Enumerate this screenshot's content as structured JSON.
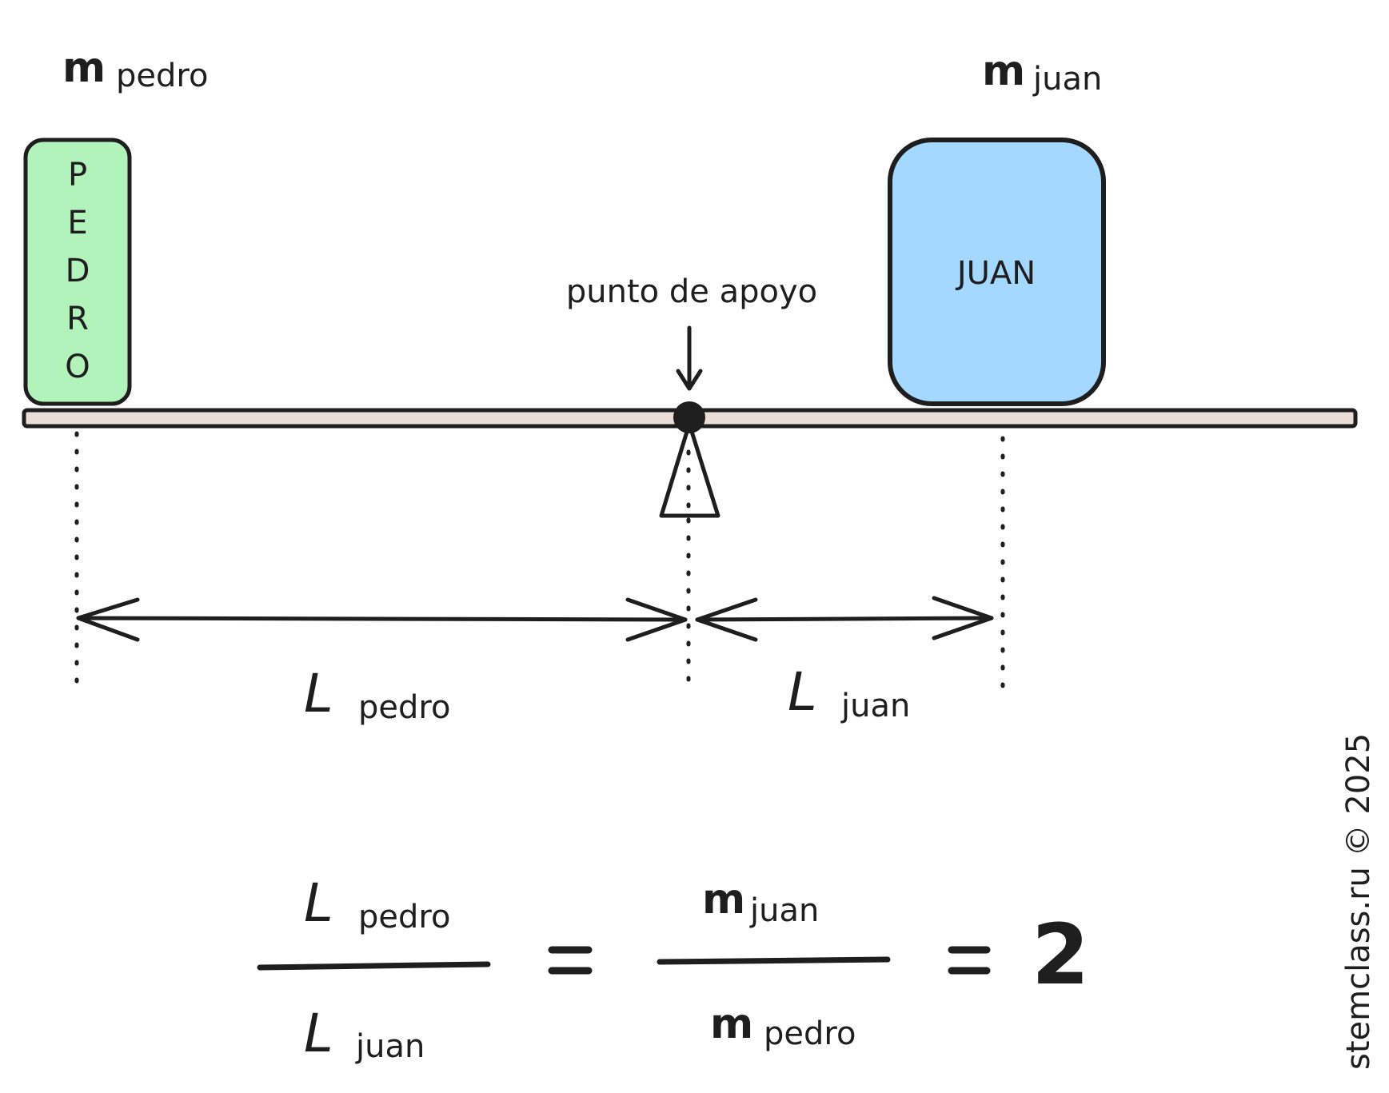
{
  "labels": {
    "m_symbol": "m",
    "L_symbol": "L",
    "pedro": "pedro",
    "juan": "juan",
    "fulcrum_caption": "punto de apoyo",
    "equals": "=",
    "ratio_value": "2",
    "copyright": "stemclass.ru © 2025"
  },
  "boxes": {
    "pedro": {
      "text": "PEDRO",
      "letters": [
        "P",
        "E",
        "D",
        "R",
        "O"
      ],
      "color": "#b2f2bb"
    },
    "juan": {
      "text": "JUAN",
      "color": "#a5d8ff"
    }
  },
  "colors": {
    "ink": "#1e1e1e",
    "beam": "#eaddd7"
  }
}
